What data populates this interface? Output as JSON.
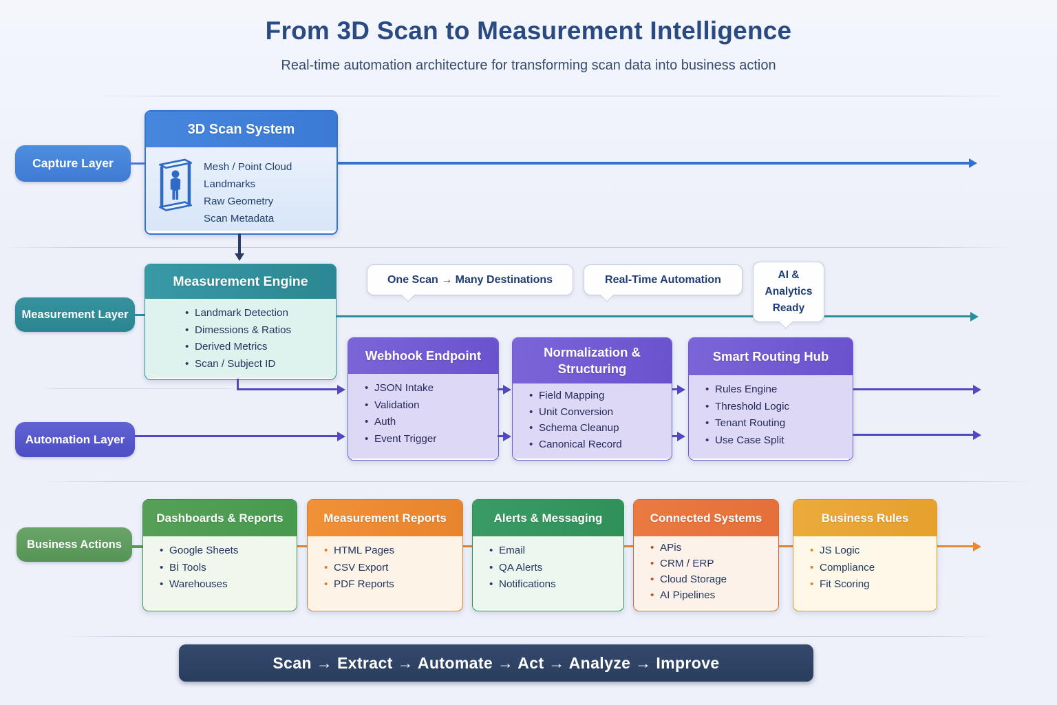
{
  "page": {
    "title": "From 3D Scan to Measurement Intelligence",
    "subtitle": "Real-time automation architecture for transforming scan data into business action"
  },
  "layers": {
    "capture": {
      "label": "Capture Layer"
    },
    "measurement": {
      "label": "Measurement Layer"
    },
    "automation": {
      "label": "Automation Layer"
    },
    "business": {
      "label": "Business Actions"
    }
  },
  "boxes": {
    "scan_system": {
      "title": "3D Scan System",
      "items": [
        "Mesh / Point Cloud",
        "Landmarks",
        "Raw Geometry",
        "Scan Metadata"
      ]
    },
    "measurement_engine": {
      "title": "Measurement Engine",
      "items": [
        "Landmark Detection",
        "Dimessions & Ratios",
        "Derived Metrics",
        "Scan / Subject ID"
      ]
    },
    "webhook": {
      "title": "Webhook Endpoint",
      "items": [
        "JSON Intake",
        "Validation",
        "Auth",
        "Event Trigger"
      ]
    },
    "normalization": {
      "title": "Normalization & Structuring",
      "items": [
        "Field Mapping",
        "Unit Conversion",
        "Schema Cleanup",
        "Canonical Record"
      ]
    },
    "routing": {
      "title": "Smart Routing Hub",
      "items": [
        "Rules Engine",
        "Threshold Logic",
        "Tenant Routing",
        "Use Case Split"
      ]
    },
    "dashboards": {
      "title": "Dashboards & Reports",
      "items": [
        "Google Sheets",
        "Bİ Tools",
        "Warehouses"
      ]
    },
    "reports": {
      "title": "Measurement Reports",
      "items": [
        "HTML Pages",
        "CSV Export",
        "PDF Reports"
      ]
    },
    "alerts": {
      "title": "Alerts & Messaging",
      "items": [
        "Email",
        "QA Alerts",
        "Notifications"
      ]
    },
    "connected": {
      "title": "Connected Systems",
      "items": [
        "APis",
        "CRM / ERP",
        "Cloud Storage",
        "AI Pipelines"
      ]
    },
    "rules": {
      "title": "Business Rules",
      "items": [
        "JS Logic",
        "Compliance",
        "Fit Scoring"
      ]
    }
  },
  "callouts": [
    {
      "label": "One Scan → Many Destinations"
    },
    {
      "label": "Real-Time Automation"
    },
    {
      "label": "AI & Analytics Ready"
    }
  ],
  "footer": {
    "flow": "Scan → Extract → Automate → Act → Analyze → Improve"
  },
  "colors": {
    "capture_blue": "#3f7bd3",
    "arrow_blue": "#3470cd",
    "down_navy": "#2c3e60",
    "measurement_teal": "#2d8d99",
    "automation_purple": "#5348c1",
    "purple_header": "#6f58d0",
    "business_green": "#579757",
    "alerts_green": "#2f9158",
    "reports_orange": "#ee8f36",
    "connected_orange": "#e7743f",
    "rules_amber": "#e9a736",
    "connector_orange": "#e5802f",
    "footer_navy": "#2d4263",
    "title_navy": "#2b4a82"
  }
}
